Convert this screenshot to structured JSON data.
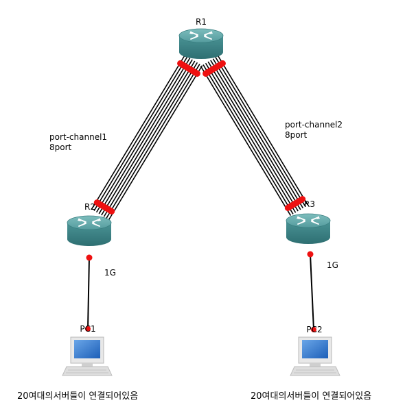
{
  "devices": {
    "r1": {
      "label": "R1",
      "kind": "router"
    },
    "r2": {
      "label": "R2",
      "kind": "router"
    },
    "r3": {
      "label": "R3",
      "kind": "router"
    },
    "pc1": {
      "label": "PC1",
      "kind": "pc"
    },
    "pc2": {
      "label": "PC2",
      "kind": "pc"
    }
  },
  "links": {
    "pc1": {
      "line1": "port-channel1",
      "line2": "8port",
      "member_count": 8
    },
    "pc2": {
      "line1": "port-channel2",
      "line2": "8port",
      "member_count": 8
    },
    "r2_pc1": {
      "speed": "1G"
    },
    "r3_pc2": {
      "speed": "1G"
    }
  },
  "captions": {
    "left": "20여대의서버들이 연결되어있음",
    "right": "20여대의서버들이 연결되어있음"
  },
  "colors": {
    "router_top": "#5fa8a8",
    "router_side": "#3f8587",
    "port_dot": "#ee1111",
    "link": "#000000"
  }
}
